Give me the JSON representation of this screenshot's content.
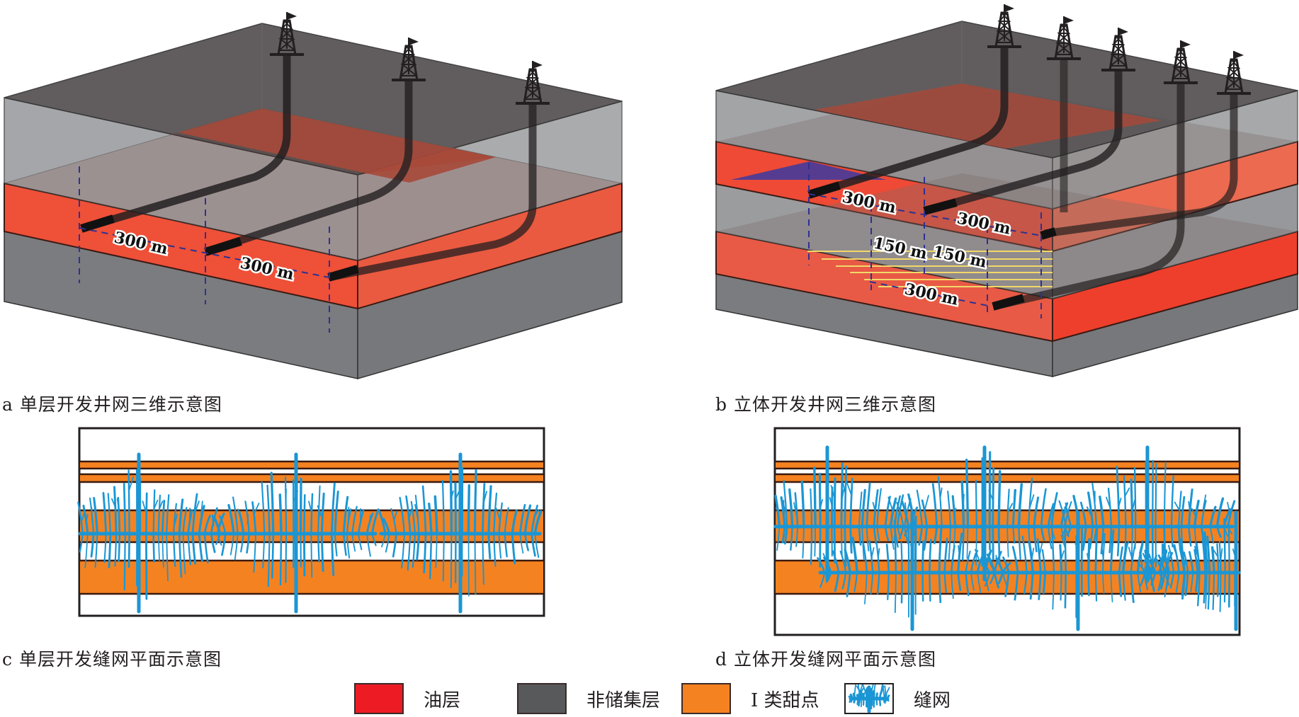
{
  "figure": {
    "panels": {
      "a": {
        "caption": "a 单层开发井网三维示意图",
        "spacing_labels": [
          "300 m",
          "300 m"
        ],
        "well_count": 3,
        "oil_layer_count": 1
      },
      "b": {
        "caption": "b 立体开发井网三维示意图",
        "spacing_labels_upper": [
          "300 m",
          "300 m"
        ],
        "spacing_labels_middle": [
          "150 m",
          "150 m"
        ],
        "spacing_labels_lower": [
          "300 m"
        ],
        "well_count": 5,
        "oil_layer_count": 2
      },
      "c": {
        "caption": "c 单层开发缝网平面示意图",
        "fracture_net_count": 3
      },
      "d": {
        "caption": "d 立体开发缝网平面示意图",
        "fracture_net_count_upper": 3,
        "fracture_net_count_lower": 3
      }
    },
    "legend": [
      {
        "key": "oil-layer",
        "label": "油层",
        "color": "#ed1c24"
      },
      {
        "key": "non-reservoir",
        "label": "非储集层",
        "color": "#58595b"
      },
      {
        "key": "sweet-spot-class-1",
        "label": "I 类甜点",
        "color": "#f58220"
      },
      {
        "key": "fracture-network",
        "label": "缝网",
        "color": "#1b96d4"
      }
    ],
    "colors": {
      "oil_layer": "#ed4a33",
      "non_reservoir": "#76787b",
      "top_face": "#545051",
      "sweet_spot": "#f58220",
      "fracture": "#1b96d4",
      "well": "#231f20",
      "spacing_line": "#2e3192"
    }
  }
}
